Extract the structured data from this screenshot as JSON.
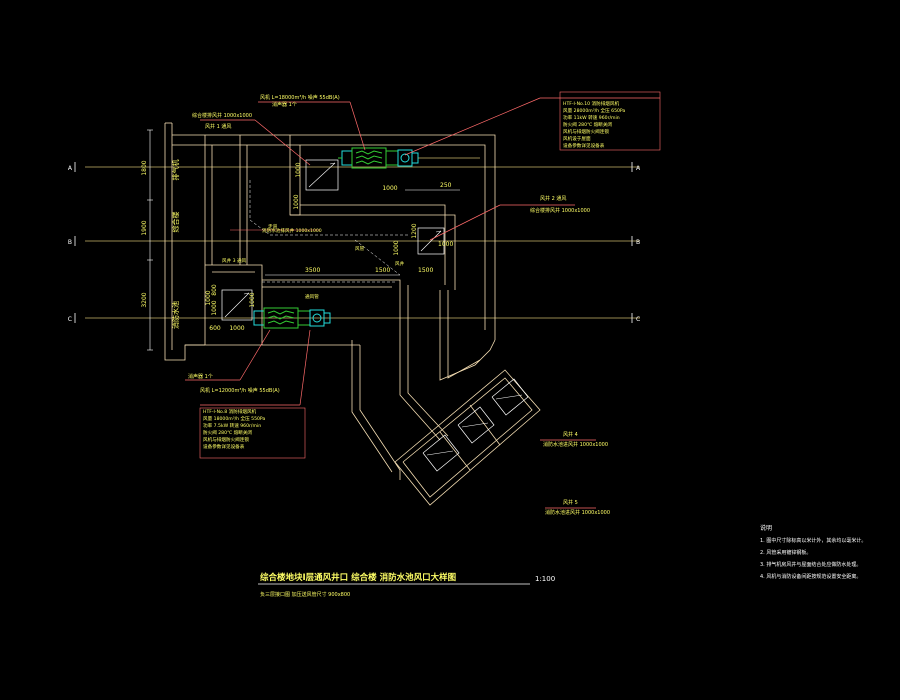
{
  "colors": {
    "background": "#000000",
    "wall": "#f5deb3",
    "axis": "#c8b46a",
    "leader": "#ff6a6a",
    "dimension": "#ffffff",
    "text_yellow": "#ffff66",
    "text_white": "#ffffff",
    "equipment_green": "#33cc33",
    "equipment_cyan": "#22dddd",
    "dashed": "#ffffff"
  },
  "drawing": {
    "title": "综合楼地块Ⅰ层通风井口 综合楼 消防水池风口大样图",
    "subtitle": "负三层接口图 加压送风管尺寸 900x800",
    "scale": "1:100",
    "axis_tags": [
      "A",
      "B",
      "C"
    ],
    "room_labels": [
      "排气机",
      "综合楼",
      "消防水池"
    ],
    "dimensions": {
      "left_1": "1800",
      "left_2": "1900",
      "left_3": "3200",
      "mid_3500": "3500",
      "top_250": "250",
      "fire_1500": "1500",
      "fire_1500b": "1500",
      "v_1000a": "1000",
      "v_1000b": "1000",
      "v_1000c": "1000",
      "v_600": "600",
      "v_800": "800",
      "v_1200": "1200",
      "v_1000d": "1000",
      "v_1000e": "1000",
      "v_1000f": "1000",
      "h_1000a": "1000",
      "h_1000b": "1000",
      "d_1000": "1000"
    },
    "labels": {
      "top_fan_name": "风机 L=18000m³/h 噪声 55dB(A)",
      "top_fan_sub": "消声器 1个",
      "top_shaft": "综合楼排风井 1000x1000",
      "top_shaft_sub": "风井 1 通风",
      "right_block_1": "HTF-I-No.10 消防排烟风机",
      "right_block_2": "风量 28000m³/h 全压 650Pa",
      "right_block_3": "功率 11kW 转速 960r/min",
      "right_block_4": "防火阀 280℃ 熔断关闭",
      "right_block_5": "风机与排烟防火阀连锁",
      "right_block_6": "风机设于屋面",
      "right_block_7": "设备参数详见设备表",
      "right_shaft": "风井 2 通风",
      "right_shaft_sub": "综合楼排风井 1000x1000",
      "bottom_fan_name": "风机 L=12000m³/h 噪声 55dB(A)",
      "bottom_fan_sub": "消声器 1个",
      "bottom_block_1": "HTF-I-No.8 消防排烟风机",
      "bottom_block_2": "风量 18000m³/h 全压 550Pa",
      "bottom_block_3": "功率 7.5kW 转速 960r/min",
      "bottom_block_4": "防火阀 280℃ 熔断关闭",
      "bottom_block_5": "风机与排烟防火阀连锁",
      "bottom_block_6": "设备参数详见设备表",
      "shaft_left_top": "消防水池排风井 1000x1000",
      "shaft_left_sub": "风井 3 通风",
      "corridor_label": "走道",
      "corridor_label2": "通风管",
      "corridor_label3": "风管",
      "fire_label": "风井",
      "side_a_title": "风井 4",
      "side_a_sub": "消防水池进风井 1000x1000",
      "side_b_title": "风井 5",
      "side_b_sub": "消防水池进风井 1000x1000"
    },
    "notes": {
      "title": "说明",
      "items": [
        "1. 图中尺寸除标高以米计外，其余均以毫米计。",
        "2. 风管采用镀锌钢板。",
        "3. 排气机房风井与屋面结合处应做防水处理。",
        "4. 风机与消防设备间距按规范设置安全距离。"
      ]
    }
  }
}
